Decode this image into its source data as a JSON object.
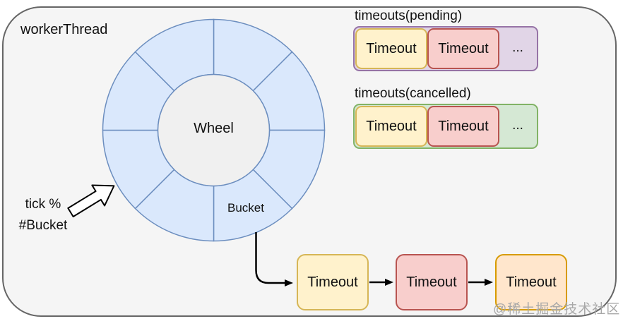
{
  "container": {
    "label": "workerThread",
    "fill": "#f5f5f5",
    "stroke": "#666666"
  },
  "wheel": {
    "center_label": "Wheel",
    "bucket_label": "Bucket",
    "segments": 8,
    "segment_fill": "#dae8fc",
    "segment_stroke": "#6c8ebf",
    "hub_fill": "#f0f0f0"
  },
  "tick_label": {
    "line1": "tick %",
    "line2": "#Bucket"
  },
  "pending": {
    "title": "timeouts(pending)",
    "container_fill": "#e1d5e7",
    "container_stroke": "#9673a6",
    "items": [
      {
        "label": "Timeout",
        "fill": "#fff2cc",
        "stroke": "#d6b656"
      },
      {
        "label": "Timeout",
        "fill": "#f8cecc",
        "stroke": "#b85450"
      }
    ],
    "ellipsis": "..."
  },
  "cancelled": {
    "title": "timeouts(cancelled)",
    "container_fill": "#d5e8d4",
    "container_stroke": "#82b366",
    "items": [
      {
        "label": "Timeout",
        "fill": "#fff2cc",
        "stroke": "#d6b656"
      },
      {
        "label": "Timeout",
        "fill": "#f8cecc",
        "stroke": "#b85450"
      }
    ],
    "ellipsis": "..."
  },
  "bucket_chain": {
    "items": [
      {
        "label": "Timeout",
        "fill": "#fff2cc",
        "stroke": "#d6b656"
      },
      {
        "label": "Timeout",
        "fill": "#f8cecc",
        "stroke": "#b85450"
      },
      {
        "label": "Timeout",
        "fill": "#ffe6cc",
        "stroke": "#d79b00"
      }
    ]
  },
  "watermark": {
    "text": "@稀土掘金技术社区"
  }
}
